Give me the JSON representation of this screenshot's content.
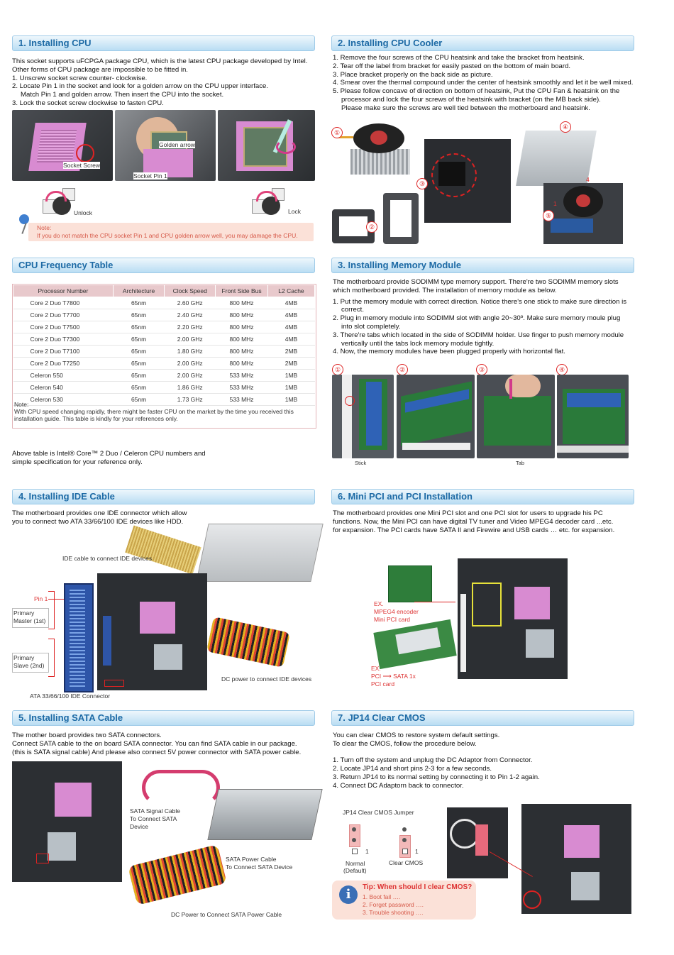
{
  "s1": {
    "title": "1. Installing CPU",
    "lines": [
      "This socket supports uFCPGA package CPU, which is the latest CPU package developed by Intel.",
      "Other forms of CPU package are impossible to be fitted in.",
      "1. Unscrew socket screw counter- clockwise.",
      "2. Locate Pin 1 in the socket and look for a golden arrow on the CPU upper interface.",
      "Match Pin 1 and golden arrow. Then insert the CPU into the socket.",
      "3. Lock the socket screw clockwise to fasten CPU."
    ],
    "socket_screw": "Socket Screw",
    "golden_arrow": "Golden arrow",
    "socket_pin": "Socket Pin 1",
    "unlock": "Unlock",
    "lock": "Lock",
    "note_title": "Note:",
    "note_text": "If you do not match the CPU socket Pin 1 and CPU golden arrow well, you may damage the CPU."
  },
  "freq": {
    "title": "CPU Frequency Table",
    "headers": [
      "Processor Number",
      "Architecture",
      "Clock Speed",
      "Front Side Bus",
      "L2 Cache"
    ],
    "rows": [
      [
        "Core 2 Duo T7800",
        "65nm",
        "2.60 GHz",
        "800 MHz",
        "4MB"
      ],
      [
        "Core 2 Duo T7700",
        "65nm",
        "2.40 GHz",
        "800 MHz",
        "4MB"
      ],
      [
        "Core 2 Duo T7500",
        "65nm",
        "2.20 GHz",
        "800 MHz",
        "4MB"
      ],
      [
        "Core 2 Duo T7300",
        "65nm",
        "2.00 GHz",
        "800 MHz",
        "4MB"
      ],
      [
        "Core 2 Duo T7100",
        "65nm",
        "1.80 GHz",
        "800 MHz",
        "2MB"
      ],
      [
        "Core 2 Duo T7250",
        "65nm",
        "2.00 GHz",
        "800 MHz",
        "2MB"
      ],
      [
        "Celeron 550",
        "65nm",
        "2.00 GHz",
        "533 MHz",
        "1MB"
      ],
      [
        "Celeron 540",
        "65nm",
        "1.86 GHz",
        "533 MHz",
        "1MB"
      ],
      [
        "Celeron 530",
        "65nm",
        "1.73 GHz",
        "533 MHz",
        "1MB"
      ]
    ],
    "note_title": "Note:",
    "note_text1": "With CPU speed changing rapidly, there might be faster CPU on the market by the time you received this",
    "note_text2": "installation guide. This table is kindly for your references only.",
    "below1": "Above table is Intel® Core™ 2 Duo / Celeron CPU numbers and",
    "below2": "simple specification for your reference only."
  },
  "s2": {
    "title": "2. Installing CPU Cooler",
    "lines": [
      "1. Remove the four screws of the CPU heatsink and take the bracket from heatsink.",
      "2. Tear off the label from bracket for easily pasted on the bottom of main board.",
      "3. Place bracket properly on the back side as picture.",
      "4. Smear over the thermal compound under the center of heatsink smoothly and let it be well mixed.",
      "5. Please follow concave of direction on bottom of heatsink, Put the CPU Fan & heatsink on the",
      "processor and lock the four screws of the heatsink with bracket (on the MB back side).",
      "Please make sure the screws are well tied between the motherboard and heatsink."
    ],
    "n1": "①",
    "n2": "②",
    "n3": "③",
    "n4": "④",
    "n5": "⑤",
    "a1": "1",
    "a4": "4"
  },
  "s3": {
    "title": "3. Installing Memory Module",
    "lines": [
      "The motherboard provide SODIMM type memory support. There're two SODIMM memory slots",
      "which motherboard provided. The installation of memory module as below.",
      "1. Put the memory module with correct direction. Notice there's one stick to make sure direction is",
      "correct.",
      "2. Plug in memory module into SODIMM slot with angle 20~30º. Make sure memory moule plug",
      "into slot completely.",
      "3. There're tabs which located in the side of SODIMM holder. Use finger to push memory module",
      "vertically until the tabs lock memory module tightly.",
      "4. Now, the memory modules have been plugged properly with horizontal flat."
    ],
    "n1": "①",
    "n2": "②",
    "n3": "③",
    "n4": "④",
    "stick": "Stick",
    "tab": "Tab"
  },
  "s4": {
    "title": "4. Installing IDE Cable",
    "lines": [
      "The motherboard provides one IDE connector which allow",
      "you to connect two ATA 33/66/100 IDE devices like HDD."
    ],
    "ide_cable": "IDE cable to connect IDE devices",
    "pin1": "Pin 1",
    "pm1": "Primary",
    "pm2": "Master (1st)",
    "ps1": "Primary",
    "ps2": "Slave (2nd)",
    "dc_power": "DC power to connect IDE devices",
    "ata": "ATA 33/66/100 IDE Connector"
  },
  "s5": {
    "title": "5. Installing SATA Cable",
    "lines": [
      "The mother board provides two SATA connectors.",
      "Connect SATA cable to the on board SATA connector. You can find SATA cable in our package.",
      "(this is SATA signal cable) And please also connect 5V power connector with SATA power cable."
    ],
    "sig1": "SATA Signal Cable",
    "sig2": "To Connect SATA",
    "sig3": "Device",
    "pwr1": "SATA Power Cable",
    "pwr2": "To Connect SATA Device",
    "dc": "DC Power to Connect SATA Power Cable"
  },
  "s6": {
    "title": "6. Mini PCI and PCI Installation",
    "lines": [
      "The motherboard provides one Mini PCI slot and one PCI slot for users to upgrade his PC",
      "functions. Now, the Mini PCI can have digital TV tuner and Video MPEG4 decoder card ...etc.",
      "for expansion. The PCI cards have SATA II and Firewire and USB cards … etc. for expansion."
    ],
    "ex1": "EX.",
    "mpeg1": "MPEG4 encoder",
    "mpeg2": "Mini PCI card",
    "ex2": "EX.",
    "pci1": "PCI ⟶ SATA 1x",
    "pci2": "PCI card"
  },
  "s7": {
    "title": "7. JP14 Clear CMOS",
    "lines": [
      "You can clear CMOS to restore system default settings.",
      "To clear the CMOS, follow the procedure below.",
      "",
      "1. Turn off the system and unplug the DC Adaptor from Connector.",
      "2. Locate JP14 and short pins 2-3 for a few seconds.",
      "3. Return JP14 to its normal setting by connecting it to Pin 1-2 again.",
      "4. Connect DC Adaptorn back to connector."
    ],
    "jumper_title": "JP14 Clear CMOS Jumper",
    "one_a": "1",
    "one_b": "1",
    "normal1": "Normal",
    "normal2": "(Default)",
    "clear": "Clear CMOS",
    "tip_title": "Tip: When should I clear CMOS?",
    "tips": [
      "1. Boot fail ….",
      "2. Forget password ….",
      "3. Trouble shooting …."
    ]
  }
}
